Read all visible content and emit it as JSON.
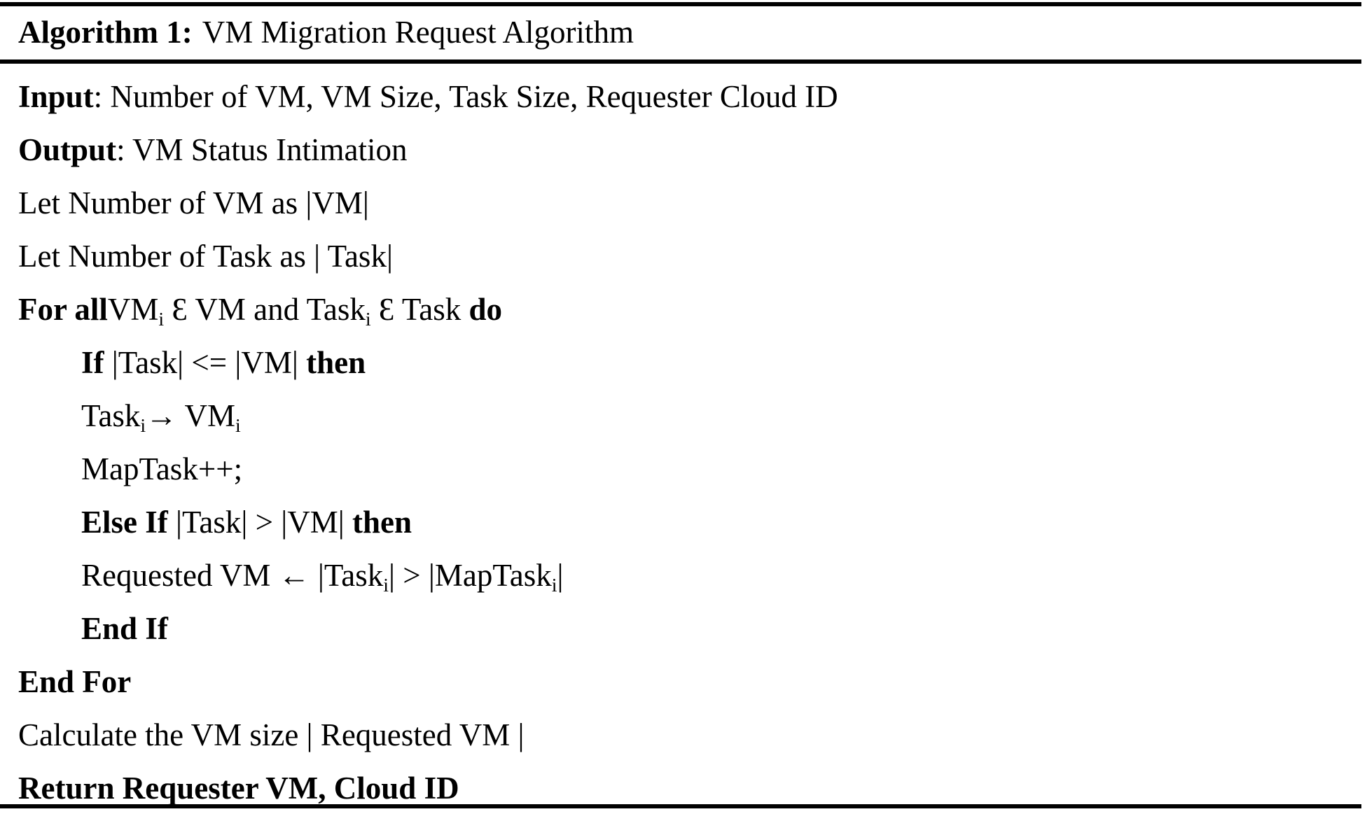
{
  "figure": {
    "kind": "algorithm-block",
    "header": {
      "label": "Algorithm 1:",
      "title": "VM Migration Request Algorithm"
    },
    "rules": {
      "top": "solid-black",
      "header_separator": "solid-black",
      "bottom": "solid-black"
    },
    "lines": [
      {
        "id": "input",
        "indent": 0,
        "keyword": "Input",
        "rest": ": Number of VM, VM Size, Task Size, Requester Cloud ID",
        "tail": ""
      },
      {
        "id": "output",
        "indent": 0,
        "keyword": "Output",
        "rest": ": VM Status Intimation",
        "tail": ""
      },
      {
        "id": "let-vm",
        "indent": 0,
        "keyword": "",
        "rest": "Let Number of VM as |VM|",
        "tail": ""
      },
      {
        "id": "let-task",
        "indent": 0,
        "keyword": "",
        "rest": "Let Number of Task as | Task|",
        "tail": ""
      },
      {
        "id": "for-all",
        "indent": 0,
        "keyword": "For all",
        "rest": "VM",
        "sub1": "i",
        "mid1": " Ɛ VM and Task",
        "sub2": "i",
        "mid2": " Ɛ Task ",
        "tail": "do"
      },
      {
        "id": "if-task-le-vm",
        "indent": 1,
        "keyword": "If",
        "rest": " |Task| <= |VM| ",
        "tail": "then"
      },
      {
        "id": "assign-task-vm",
        "indent": 1,
        "keyword": "",
        "rest": "Task",
        "sub1": "i",
        "mid1": "→ VM",
        "sub2": "i",
        "mid2": "",
        "tail": ""
      },
      {
        "id": "maptask-increment",
        "indent": 1,
        "keyword": "",
        "rest": "MapTask++;",
        "tail": ""
      },
      {
        "id": "else-if-task-gt-vm",
        "indent": 1,
        "keyword": "Else If",
        "rest": " |Task| > |VM| ",
        "tail": "then"
      },
      {
        "id": "requested-vm",
        "indent": 1,
        "keyword": "",
        "rest": "Requested VM ← |Task",
        "sub1": "i",
        "mid1": "| > |MapTask",
        "sub2": "i",
        "mid2": "|",
        "tail": ""
      },
      {
        "id": "end-if",
        "indent": 1,
        "keyword": "End If",
        "rest": "",
        "tail": ""
      },
      {
        "id": "end-for",
        "indent": 0,
        "keyword": "End For",
        "rest": "",
        "tail": ""
      },
      {
        "id": "calculate-vm-size",
        "indent": 0,
        "keyword": "",
        "rest": "Calculate the VM size | Requested VM |",
        "tail": ""
      },
      {
        "id": "return",
        "indent": 0,
        "keyword": "Return Requester VM, Cloud ID",
        "rest": "",
        "tail": ""
      }
    ]
  },
  "colors": {
    "text": "#000000",
    "background": "#ffffff",
    "rule": "#000000"
  }
}
